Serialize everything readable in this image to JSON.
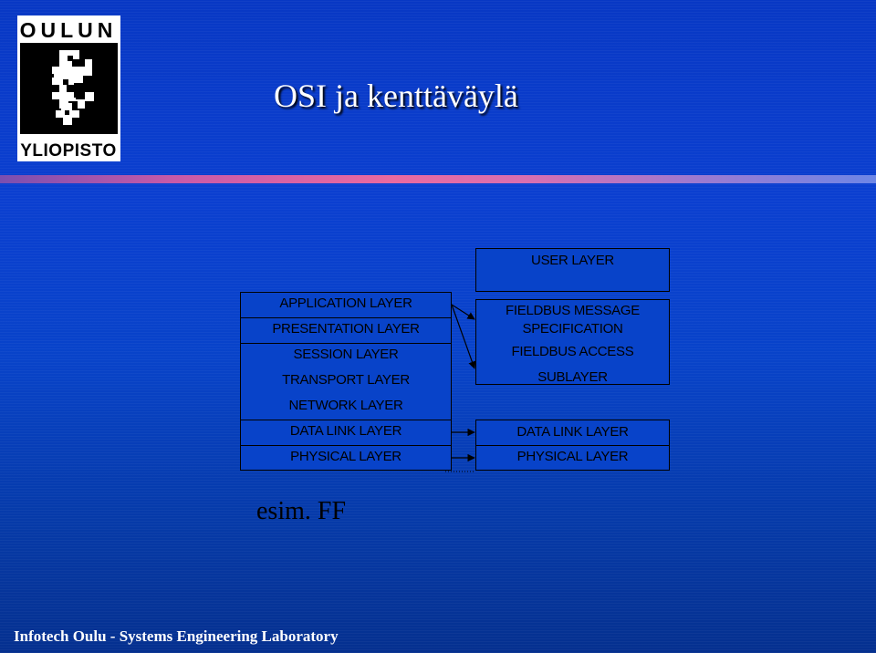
{
  "slide": {
    "title": "OSI ja kenttäväylä",
    "logo": {
      "top_text": "OULUN",
      "bottom_text": "YLIOPISTO"
    },
    "note": "esim. FF",
    "footer": "Infotech Oulu - Systems Engineering Laboratory"
  },
  "osi_layers": [
    "APPLICATION LAYER",
    "PRESENTATION LAYER",
    "SESSION LAYER",
    "TRANSPORT LAYER",
    "NETWORK LAYER",
    "DATA LINK LAYER",
    "PHYSICAL LAYER"
  ],
  "fieldbus": {
    "user_layer": "USER LAYER",
    "fms_line1": "FIELDBUS MESSAGE",
    "fms_line2": "SPECIFICATION",
    "fas_line1": "FIELDBUS ACCESS",
    "fas_line2": "SUBLAYER",
    "data_link": "DATA LINK LAYER",
    "physical": "PHYSICAL LAYER"
  },
  "colors": {
    "background": "#0b3fd0",
    "text": "#000000",
    "title": "#ffffff"
  }
}
